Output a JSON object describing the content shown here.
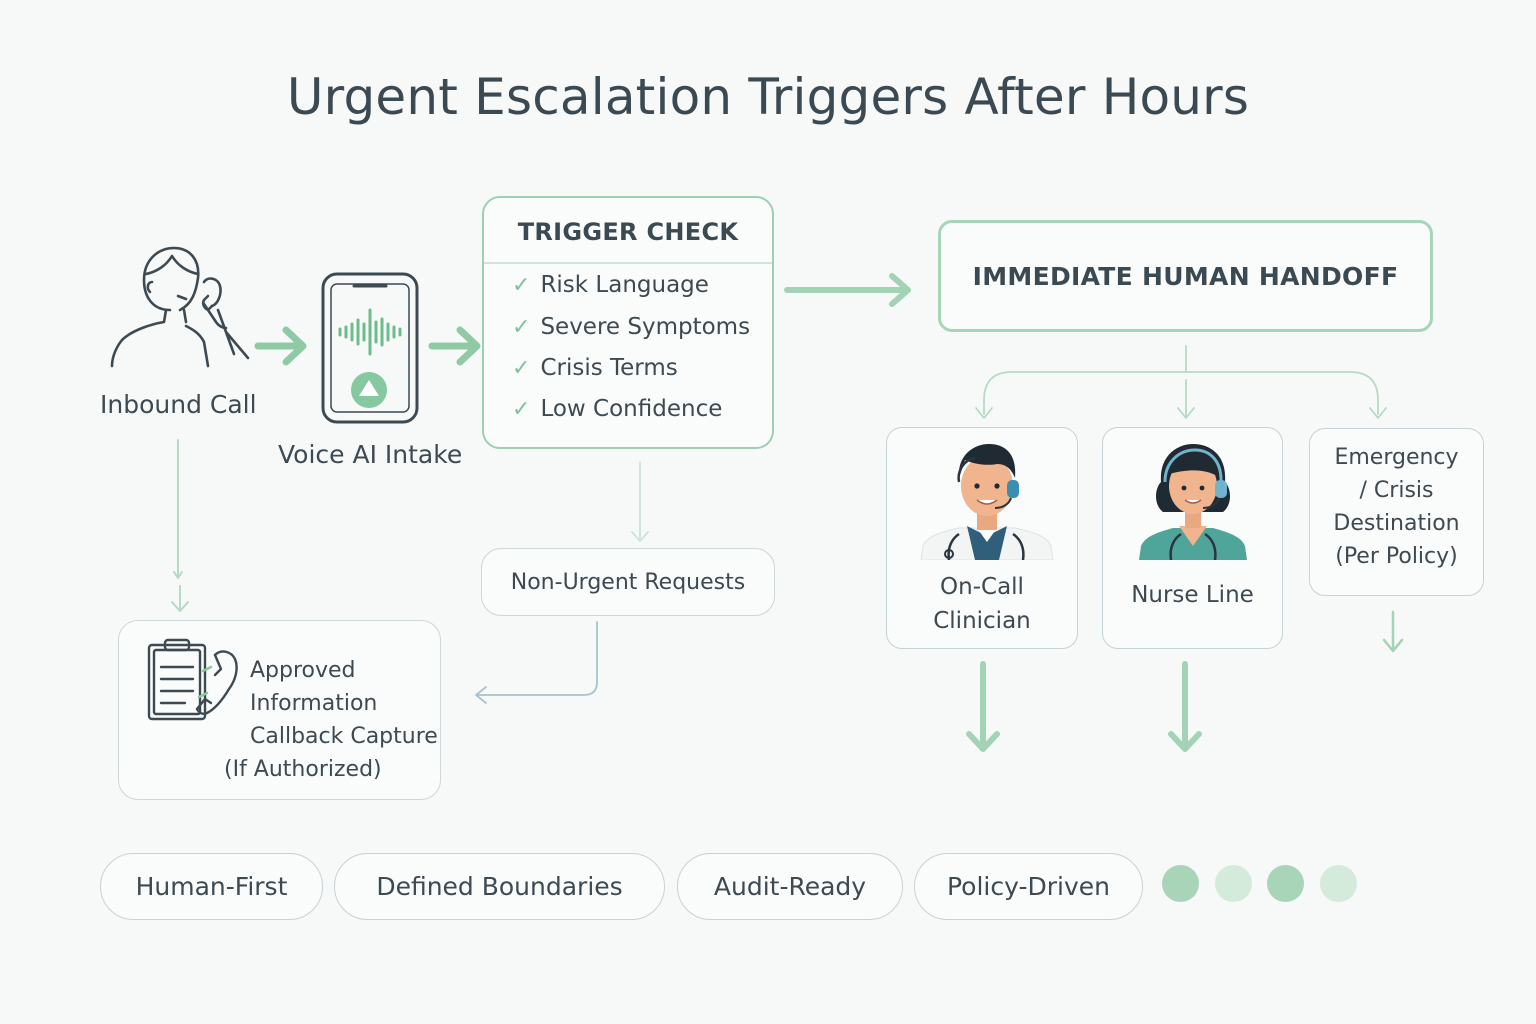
{
  "title": "Urgent Escalation Triggers After Hours",
  "inbound": {
    "label": "Inbound Call"
  },
  "voice_ai": {
    "label": "Voice AI Intake"
  },
  "trigger_check": {
    "title": "TRIGGER CHECK",
    "items": [
      "Risk Language",
      "Severe Symptoms",
      "Crisis Terms",
      "Low Confidence"
    ]
  },
  "handoff": {
    "title": "IMMEDIATE HUMAN HANDOFF"
  },
  "non_urgent": {
    "label": "Non-Urgent Requests"
  },
  "approved": {
    "lines": [
      "Approved",
      "Information",
      "Callback Capture",
      "(If Authorized)"
    ]
  },
  "destinations": {
    "clinician": {
      "lines": [
        "On-Call",
        "Clinician"
      ]
    },
    "nurse": {
      "label": "Nurse Line"
    },
    "emergency": {
      "lines": [
        "Emergency",
        "/ Crisis",
        "Destination",
        "(Per Policy)"
      ]
    }
  },
  "principles": [
    "Human-First",
    "Defined Boundaries",
    "Audit-Ready",
    "Policy-Driven"
  ],
  "dots": [
    {
      "color": "#a8d5b8",
      "name": "dot-green-1"
    },
    {
      "color": "#d4ebdc",
      "name": "dot-light-1"
    },
    {
      "color": "#a8d5b8",
      "name": "dot-green-2"
    },
    {
      "color": "#d4ebdc",
      "name": "dot-light-2"
    }
  ],
  "colors": {
    "accent_green": "#8fcaa5",
    "thin_green": "#b5dbc3",
    "thin_blue": "#a9c2cc",
    "text": "#3d4a52",
    "border": "#c7d2d6"
  }
}
